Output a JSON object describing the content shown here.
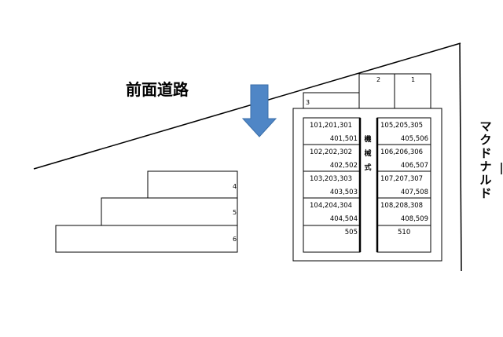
{
  "road_label": "前面道路",
  "side_label": "マクドナルド",
  "mechanical_label": "機械式",
  "surface_spaces": [
    "1",
    "2",
    "3",
    "4",
    "5",
    "6"
  ],
  "mechanical_left": [
    [
      "101,201,301",
      "401,501"
    ],
    [
      "102,202,302",
      "402,502"
    ],
    [
      "103,203,303",
      "403,503"
    ],
    [
      "104,204,304",
      "404,504"
    ],
    [
      "505"
    ]
  ],
  "mechanical_right": [
    [
      "105,205,305",
      "405,506"
    ],
    [
      "106,206,306",
      "406,507"
    ],
    [
      "107,207,307",
      "407,508"
    ],
    [
      "108,208,308",
      "408,509"
    ],
    [
      "510"
    ]
  ],
  "colors": {
    "arrow": "#4f86c6",
    "arrow_stroke": "#3a6ea8",
    "line": "#000000"
  }
}
